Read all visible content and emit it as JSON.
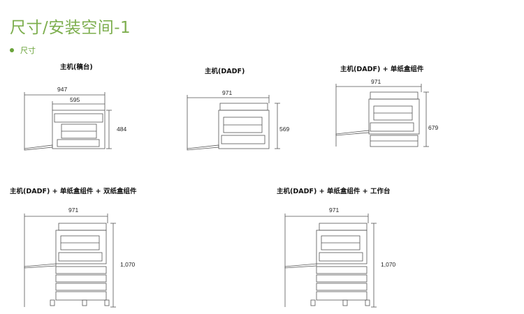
{
  "page": {
    "title": "尺寸/安装空间-1",
    "section": "尺寸"
  },
  "figures": [
    {
      "caption": "主机(稿台)",
      "dims": [
        "947",
        "595",
        "484"
      ]
    },
    {
      "caption": "主机(DADF)",
      "dims": [
        "971",
        "569"
      ]
    },
    {
      "caption": "主机(DADF) + 单纸盒组件",
      "dims": [
        "971",
        "679"
      ]
    },
    {
      "caption": "主机(DADF) + 单纸盒组件 + 双纸盒组件",
      "dims": [
        "971",
        "1,070"
      ]
    },
    {
      "caption": "主机(DADF) + 单纸盒组件 + 工作台",
      "dims": [
        "971",
        "1,070"
      ]
    }
  ]
}
